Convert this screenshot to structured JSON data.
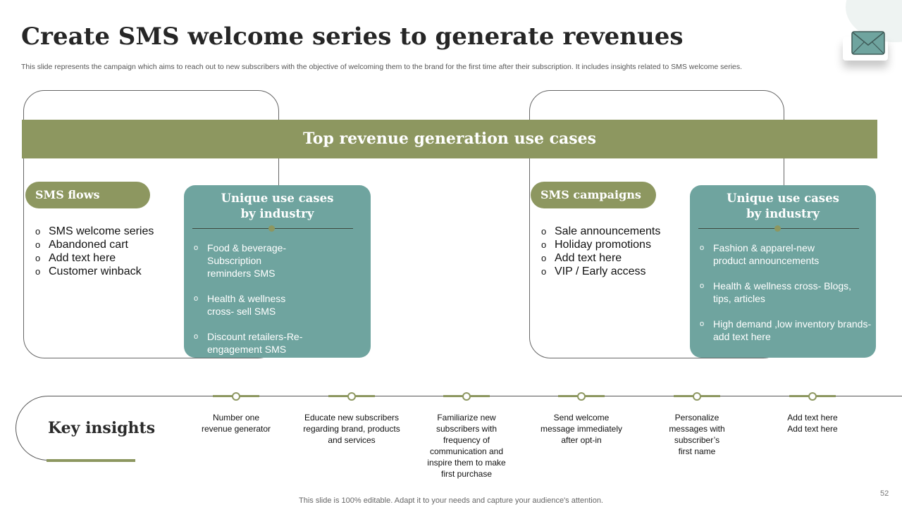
{
  "title": "Create SMS welcome series to generate revenues",
  "subtitle": "This slide represents the campaign which aims to reach out to new subscribers with the objective of welcoming them to the brand for the first time after their subscription. It includes insights related to SMS welcome series.",
  "band_title": "Top revenue generation use cases",
  "left": {
    "pill": "SMS flows",
    "bullets": [
      "SMS welcome series",
      "Abandoned cart",
      "Add text here",
      "Customer winback"
    ],
    "card": {
      "heading_line1": "Unique use cases",
      "heading_line2": "by industry",
      "items": [
        [
          "Food & beverage-",
          "Subscription",
          "reminders SMS"
        ],
        [
          "Health & wellness",
          "cross- sell SMS"
        ],
        [
          "Discount retailers-Re-",
          "engagement SMS"
        ]
      ]
    }
  },
  "right": {
    "pill": "SMS campaigns",
    "bullets": [
      "Sale announcements",
      "Holiday promotions",
      "Add text here",
      "VIP / Early access"
    ],
    "card": {
      "heading_line1": "Unique use cases",
      "heading_line2": "by industry",
      "items": [
        [
          "Fashion & apparel-new",
          "product announcements"
        ],
        [
          "Health & wellness cross- Blogs,",
          "tips, articles"
        ],
        [
          "High demand ,low inventory brands-",
          "add text here"
        ]
      ]
    }
  },
  "key_insights": {
    "title": "Key insights",
    "items": [
      [
        "Number one",
        "revenue generator"
      ],
      [
        "Educate new subscribers",
        "regarding brand, products",
        "and services"
      ],
      [
        "Familiarize new",
        "subscribers with",
        "frequency of",
        "communication and",
        "inspire them to make",
        "first purchase"
      ],
      [
        "Send welcome",
        "message immediately",
        "after opt-in"
      ],
      [
        "Personalize",
        "messages with",
        "subscriber’s",
        "first name"
      ],
      [
        "Add text here",
        "Add text here"
      ]
    ]
  },
  "footer": "This slide is 100% editable. Adapt it to your needs and capture your audience's attention.",
  "page_number": "52",
  "icons": {
    "envelope": "envelope-icon"
  },
  "colors": {
    "olive": "#8d9760",
    "teal": "#6fa49f"
  }
}
